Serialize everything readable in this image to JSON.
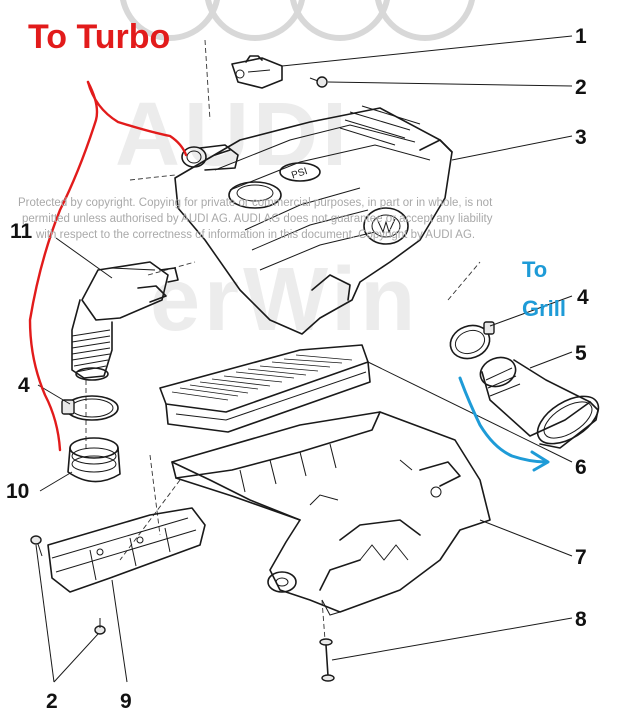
{
  "annotations": {
    "to_turbo": "To Turbo",
    "to_grill_line1": "To",
    "to_grill_line2": "Grill",
    "red_color": "#e21b1b",
    "blue_color": "#1e9bd7"
  },
  "watermark": {
    "line1": "Protected by copyright. Copying for private or commercial purposes, in part or in whole, is not",
    "line2": "permitted unless authorised by AUDI AG. AUDI AG does not guarantee or accept any liability",
    "line3": "with respect to the correctness of information in this document. Copyright by AUDI AG."
  },
  "callouts": {
    "n1": "1",
    "n2_top": "2",
    "n3": "3",
    "n4_right": "4",
    "n5": "5",
    "n6": "6",
    "n7": "7",
    "n8": "8",
    "n11": "11",
    "n4_left": "4",
    "n10": "10",
    "n2_bottom": "2",
    "n9": "9"
  }
}
